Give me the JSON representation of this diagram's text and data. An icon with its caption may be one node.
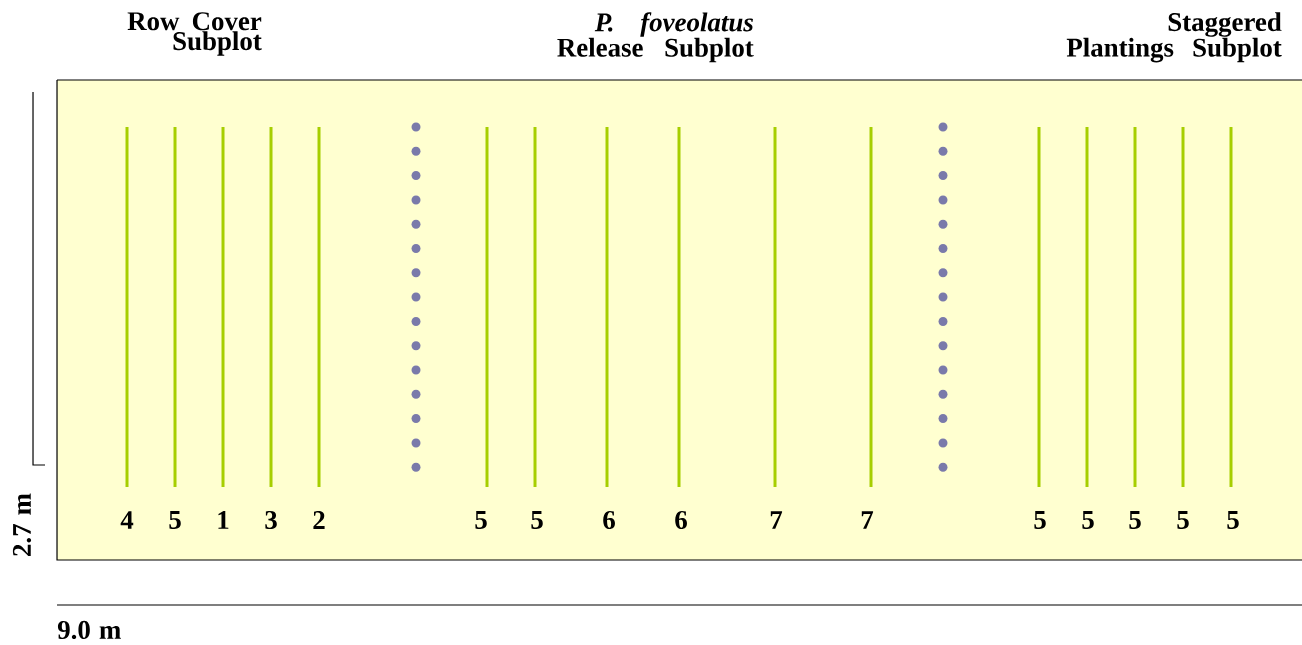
{
  "diagram": {
    "labels": [
      "Row Cover Subplot",
      "*P. foveolatus* Release Subplot",
      "Staggered Plantings Subplot",
      "2.7 m",
      "4",
      "5",
      "1",
      "3",
      "2",
      "5",
      "5",
      "6",
      "6",
      "7",
      "7",
      "5",
      "5",
      "5",
      "5",
      "5",
      "9.0 m"
    ]
  }
}
